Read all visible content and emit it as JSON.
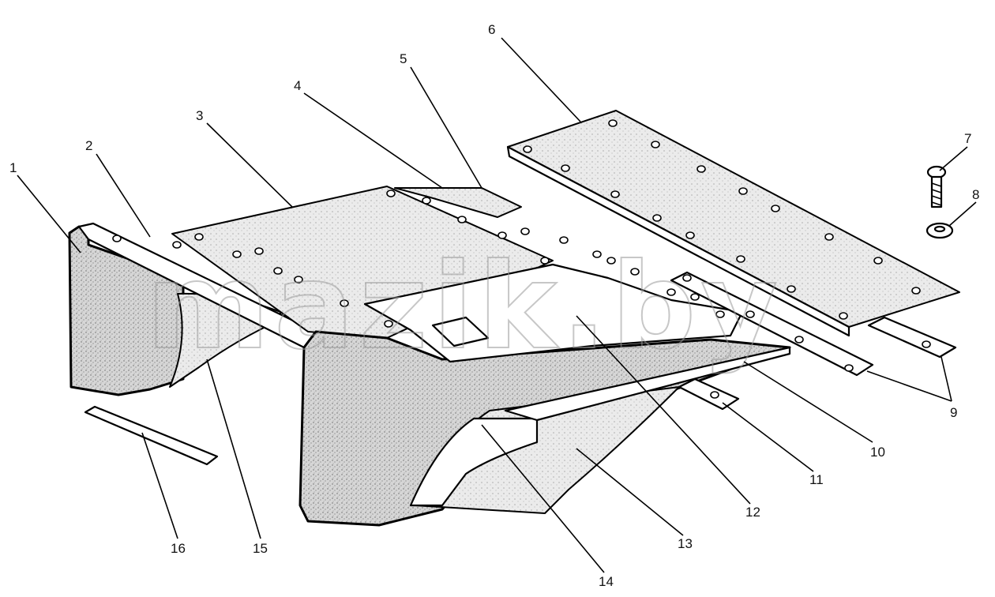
{
  "watermark": "mazik.by",
  "callouts": [
    {
      "id": "1",
      "text": "1"
    },
    {
      "id": "2",
      "text": "2"
    },
    {
      "id": "3",
      "text": "3"
    },
    {
      "id": "4",
      "text": "4"
    },
    {
      "id": "5",
      "text": "5"
    },
    {
      "id": "6",
      "text": "6"
    },
    {
      "id": "7",
      "text": "7"
    },
    {
      "id": "8",
      "text": "8"
    },
    {
      "id": "9",
      "text": "9"
    },
    {
      "id": "10",
      "text": "10"
    },
    {
      "id": "11",
      "text": "11"
    },
    {
      "id": "12",
      "text": "12"
    },
    {
      "id": "13",
      "text": "13"
    },
    {
      "id": "14",
      "text": "14"
    },
    {
      "id": "15",
      "text": "15"
    },
    {
      "id": "16",
      "text": "16"
    }
  ],
  "colors": {
    "ink": "#000000",
    "stipple": "#c8c8c8",
    "paper": "#ffffff",
    "watermark": "#9a9a9a"
  }
}
